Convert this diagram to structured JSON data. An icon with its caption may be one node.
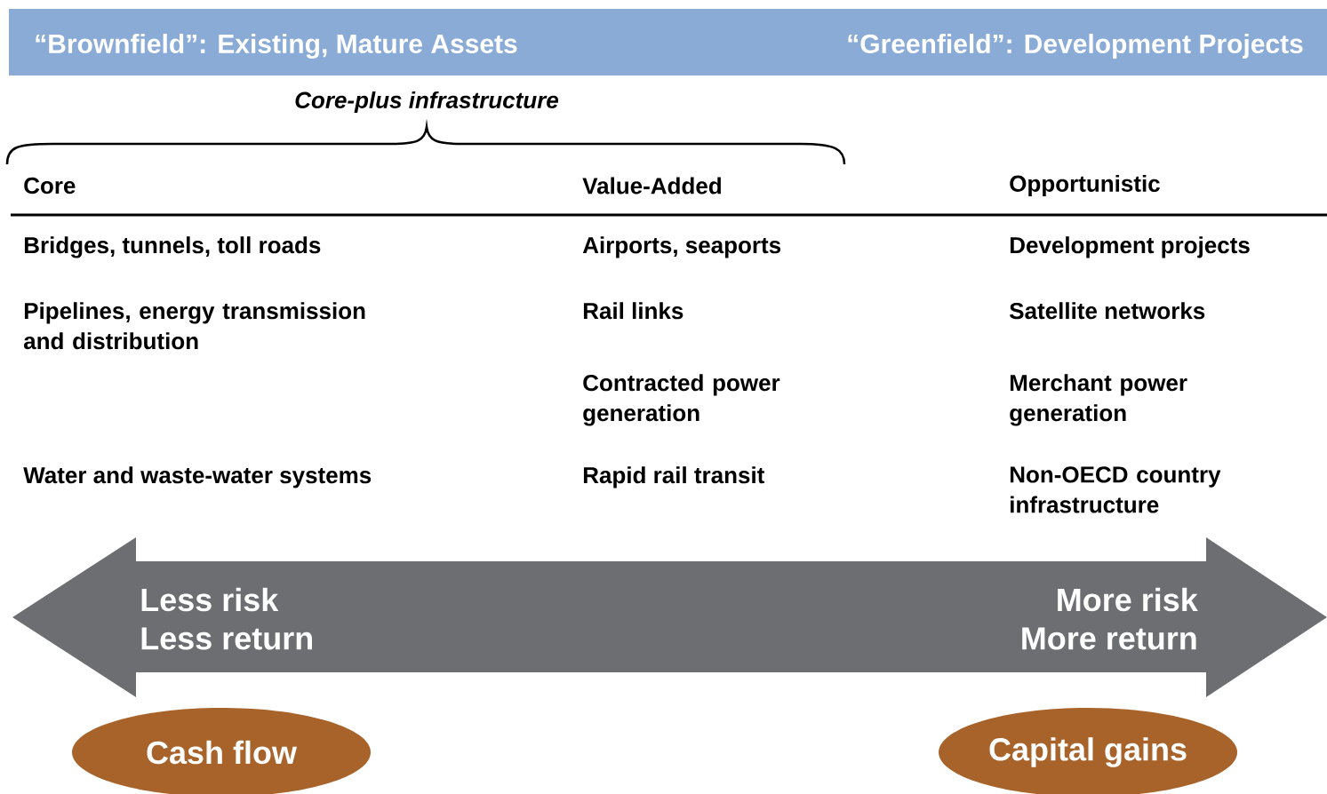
{
  "diagram": {
    "nodes": [
      {
        "text": [
          "“Brownfield”: Existing, Mature Assets",
          "“Greenfield”: Development Projects"
        ]
      },
      {
        "text": [
          "Less risk",
          "Less return",
          "More risk",
          "More return"
        ]
      },
      {
        "text": [
          "Cash flow"
        ]
      },
      {
        "text": [
          "Capital gains"
        ]
      }
    ],
    "labels": [
      "Core-plus infrastructure",
      "Core",
      "Value-Added",
      "Opportunistic",
      "Bridges, tunnels, toll roads",
      "Airports, seaports",
      "Development projects",
      "Pipelines, energy transmission and distribution",
      "Rail links",
      "Satellite networks",
      "Contracted power generation",
      "Merchant power generation",
      "Water and waste-water systems",
      "Rapid rail transit",
      "Non-OECD country infrastructure"
    ]
  }
}
